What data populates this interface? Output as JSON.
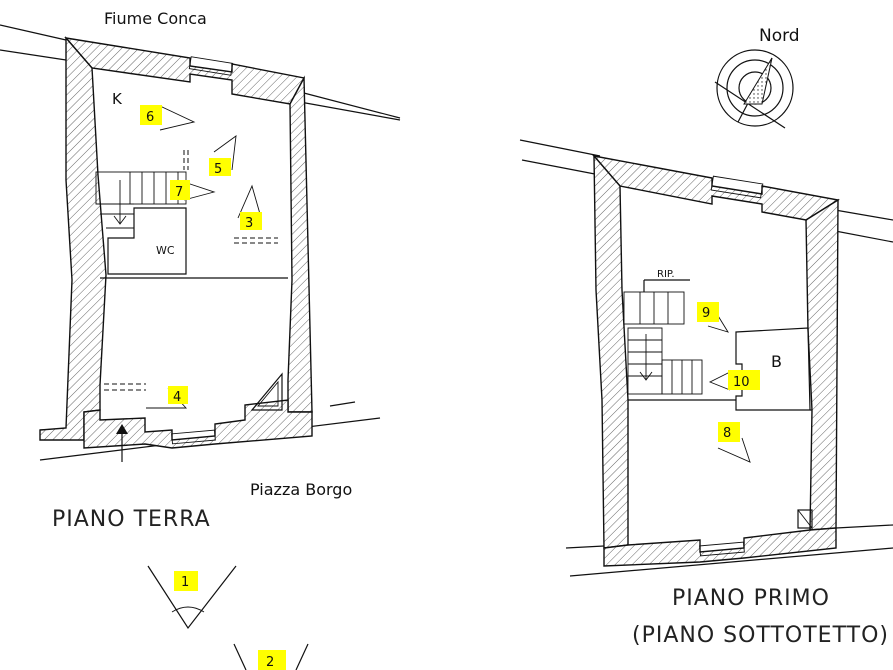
{
  "labels": {
    "river": "Fiume Conca",
    "north": "Nord",
    "square": "Piazza Borgo",
    "ground_floor_title": "PIANO TERRA",
    "first_floor_title": "PIANO PRIMO",
    "attic_title": "(PIANO SOTTOTETTO)",
    "kitchen": "K",
    "wc": "WC",
    "storage": "RIP.",
    "bathroom": "B"
  },
  "viewpoints": [
    "1",
    "2",
    "3",
    "4",
    "5",
    "6",
    "7",
    "8",
    "9",
    "10"
  ],
  "colors": {
    "marker": "#ffff00",
    "ink": "#111111"
  }
}
